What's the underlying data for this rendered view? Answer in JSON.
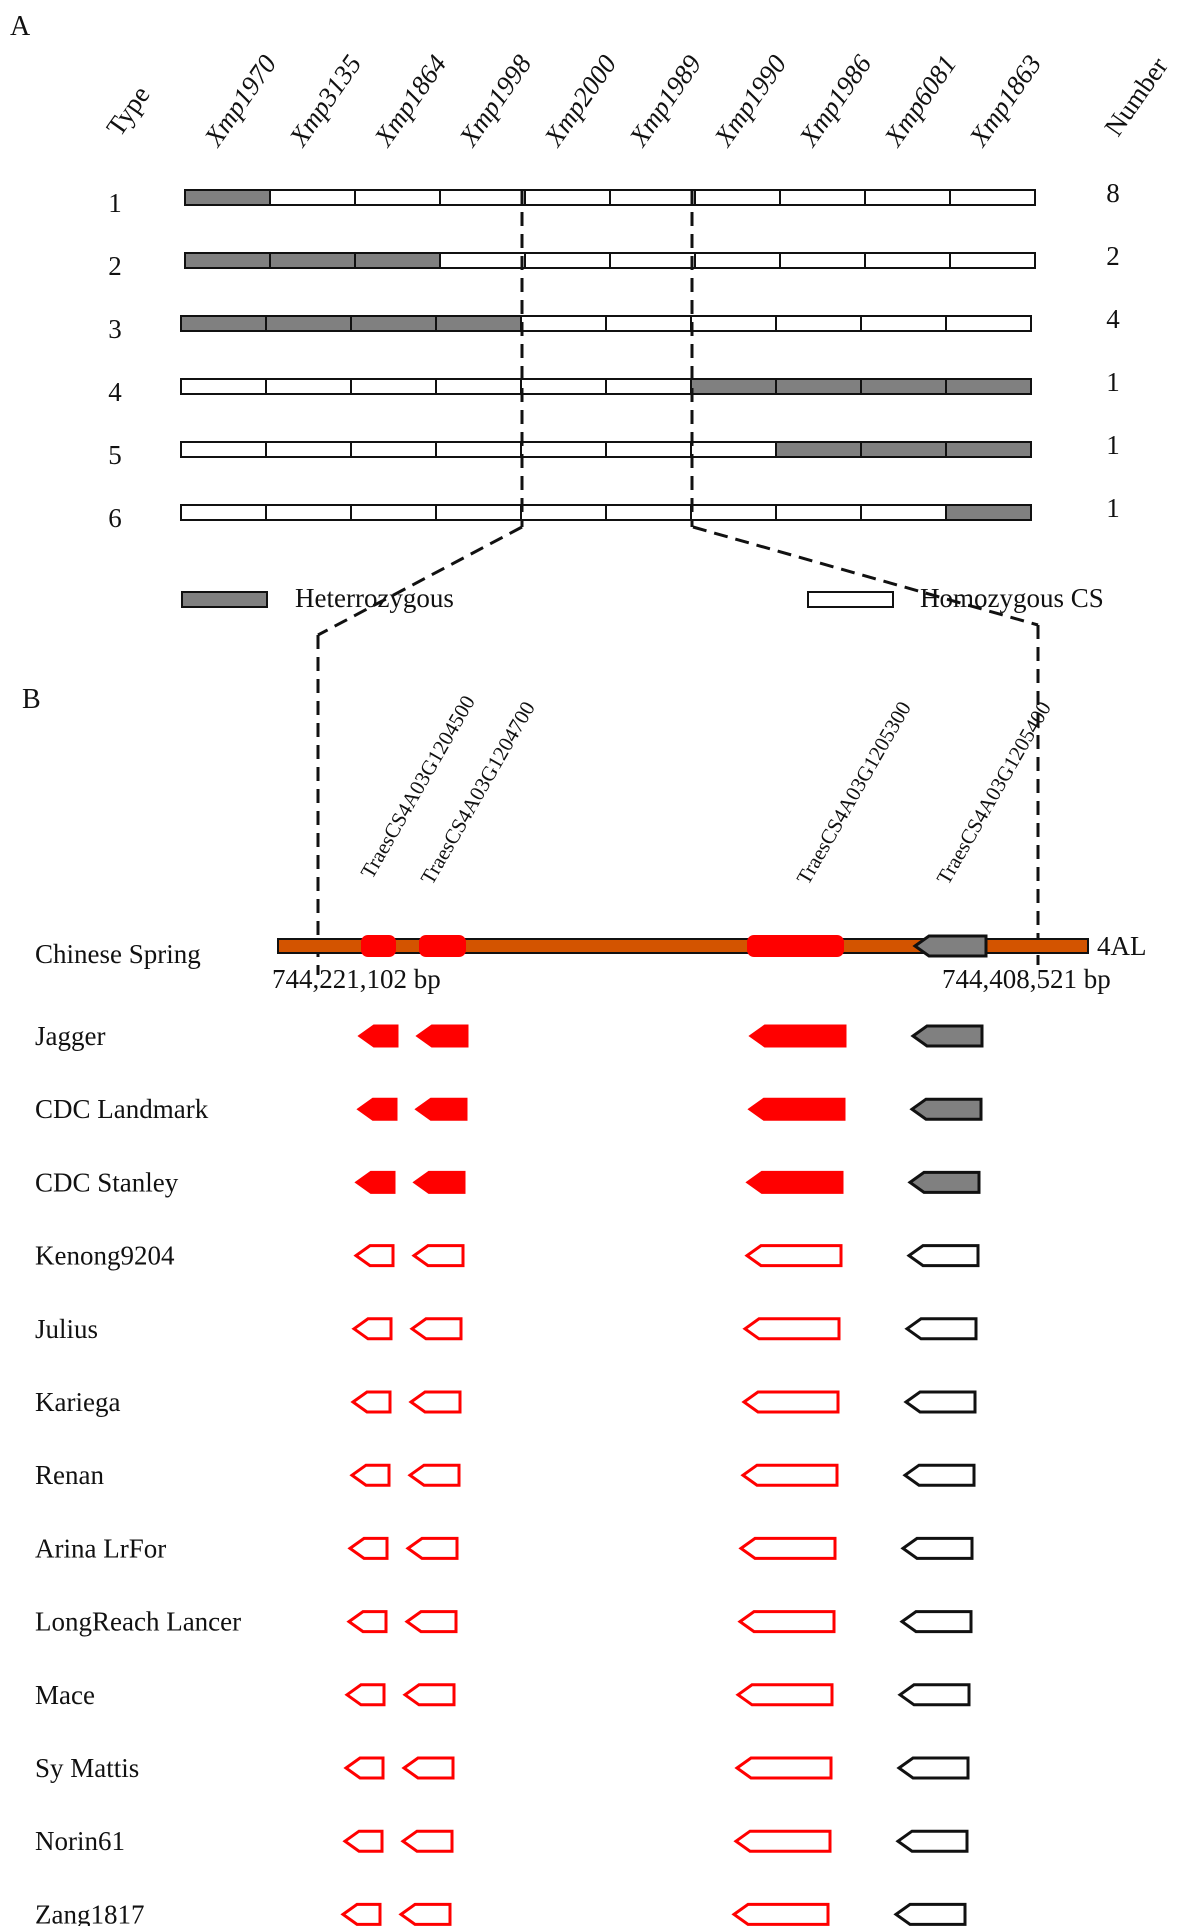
{
  "panel_a": {
    "letter": "A",
    "type_header": "Type",
    "number_header": "Number",
    "markers": [
      "Xmp1970",
      "Xmp3135",
      "Xmp1864",
      "Xmp1998",
      "Xmp2000",
      "Xmp1989",
      "Xmp1990",
      "Xmp1986",
      "Xmp6081",
      "Xmp1863"
    ],
    "haplotypes": [
      {
        "type": "1",
        "number": "8",
        "states": [
          "het",
          "hom",
          "hom",
          "hom",
          "hom",
          "hom",
          "hom",
          "hom",
          "hom",
          "hom"
        ]
      },
      {
        "type": "2",
        "number": "2",
        "states": [
          "het",
          "het",
          "het",
          "hom",
          "hom",
          "hom",
          "hom",
          "hom",
          "hom",
          "hom"
        ]
      },
      {
        "type": "3",
        "number": "4",
        "states": [
          "het",
          "het",
          "het",
          "het",
          "hom",
          "hom",
          "hom",
          "hom",
          "hom",
          "hom"
        ]
      },
      {
        "type": "4",
        "number": "1",
        "states": [
          "hom",
          "hom",
          "hom",
          "hom",
          "hom",
          "hom",
          "het",
          "het",
          "het",
          "het"
        ]
      },
      {
        "type": "5",
        "number": "1",
        "states": [
          "hom",
          "hom",
          "hom",
          "hom",
          "hom",
          "hom",
          "hom",
          "het",
          "het",
          "het"
        ]
      },
      {
        "type": "6",
        "number": "1",
        "states": [
          "hom",
          "hom",
          "hom",
          "hom",
          "hom",
          "hom",
          "hom",
          "hom",
          "hom",
          "het"
        ]
      }
    ],
    "legend": {
      "heterozygous": "Heterrozygous",
      "homozygous": "Homozygous CS"
    }
  },
  "panel_b": {
    "letter": "B",
    "genes": [
      {
        "id": "TraesCS4A03G1204500",
        "fill": "#ff0000",
        "stroke": "#ff0000"
      },
      {
        "id": "TraesCS4A03G1204700",
        "fill": "#ff0000",
        "stroke": "#ff0000"
      },
      {
        "id": "TraesCS4A03G1205300",
        "fill": "#ff0000",
        "stroke": "#ff0000"
      },
      {
        "id": "TraesCS4A03G1205400",
        "fill": "#808080",
        "stroke": "#111111"
      }
    ],
    "reference": {
      "name": "Chinese Spring",
      "chromosome": "4AL",
      "start": "744,221,102 bp",
      "end": "744,408,521 bp",
      "bar_color": "#d35400"
    },
    "cultivars": [
      {
        "name": "Jagger",
        "filled": true
      },
      {
        "name": "CDC Landmark",
        "filled": true
      },
      {
        "name": "CDC Stanley",
        "filled": true
      },
      {
        "name": "Kenong9204",
        "filled": false
      },
      {
        "name": "Julius",
        "filled": false
      },
      {
        "name": "Kariega",
        "filled": false
      },
      {
        "name": "Renan",
        "filled": false
      },
      {
        "name": "Arina LrFor",
        "filled": false
      },
      {
        "name": "LongReach Lancer",
        "filled": false
      },
      {
        "name": "Mace",
        "filled": false
      },
      {
        "name": "Sy Mattis",
        "filled": false
      },
      {
        "name": "Norin61",
        "filled": false
      },
      {
        "name": "Zang1817",
        "filled": false
      }
    ]
  },
  "colors": {
    "heterozygous": "#808080",
    "homozygous": "#ffffff",
    "outline": "#111111"
  }
}
